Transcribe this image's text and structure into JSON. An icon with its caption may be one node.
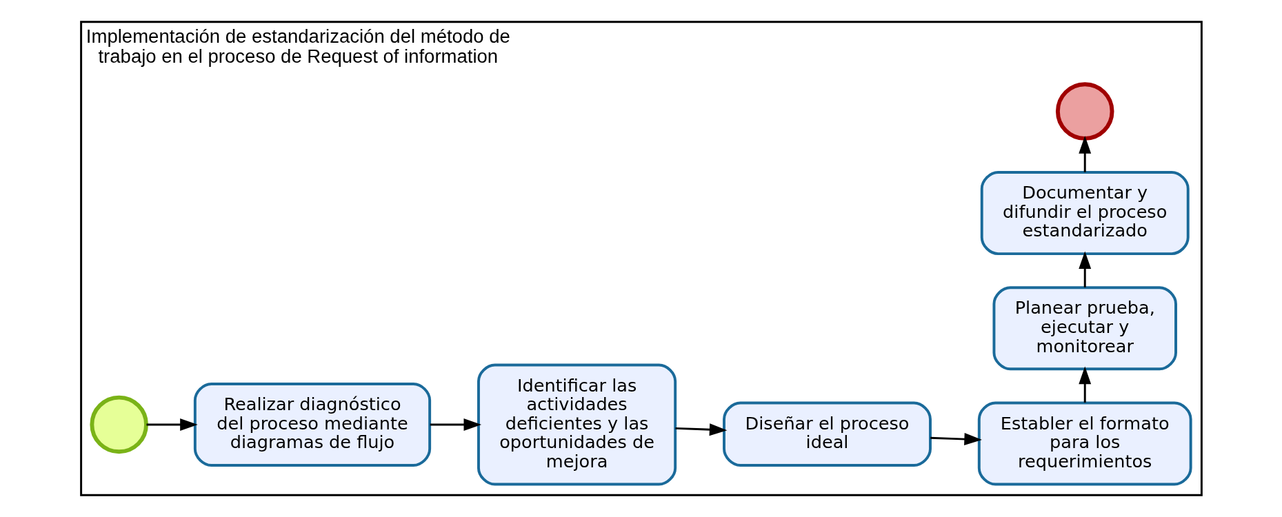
{
  "diagram": {
    "nodes": [
      {
        "text": [
          "Implementación de estandarización del método de trabajo en el proceso de Request of information"
        ]
      },
      {
        "text": [],
        "shape": "circle",
        "in": 0
      },
      {
        "text": [
          "Realizar diagnóstico del proceso mediante diagramas de flujo"
        ],
        "in": 0
      },
      {
        "text": [
          "Identificar las actividades deficientes y las oportunidades de mejora"
        ],
        "in": 0
      },
      {
        "text": [
          "Diseñar el proceso ideal"
        ],
        "in": 0
      },
      {
        "text": [
          "Establer el formato para los requerimientos"
        ],
        "in": 0
      },
      {
        "text": [
          "Planear prueba, ejecutar y monitorear"
        ],
        "in": 0
      },
      {
        "text": [
          "Documentar y difundir el proceso estandarizado"
        ],
        "in": 0
      },
      {
        "text": [],
        "shape": "circle",
        "in": 0
      }
    ],
    "edges": [
      {
        "from": 1,
        "to": 2,
        "arrow": "to"
      },
      {
        "from": 2,
        "to": 3,
        "arrow": "to"
      },
      {
        "from": 3,
        "to": 4,
        "arrow": "to"
      },
      {
        "from": 4,
        "to": 5,
        "arrow": "to"
      },
      {
        "from": 5,
        "to": 6,
        "arrow": "to"
      },
      {
        "from": 6,
        "to": 7,
        "arrow": "to"
      },
      {
        "from": 7,
        "to": 8,
        "arrow": "to"
      }
    ]
  }
}
